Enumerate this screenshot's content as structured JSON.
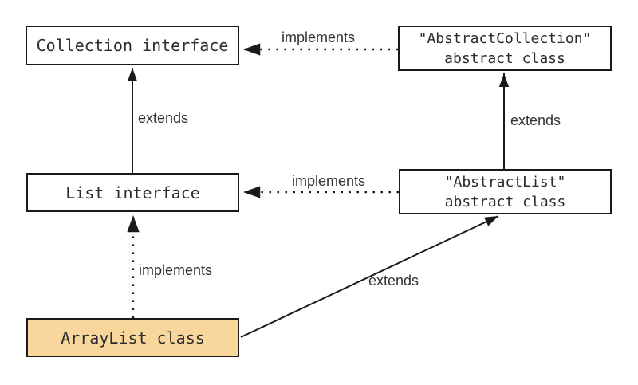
{
  "diagram": {
    "type": "uml-class-hierarchy",
    "background": "#ffffff",
    "nodes": {
      "collection": {
        "id": "collection-interface",
        "line1": "Collection interface",
        "kind": "interface",
        "fill": "#ffffff"
      },
      "abstractcollection": {
        "id": "abstractcollection-abstract-class",
        "line1": "\"AbstractCollection\"",
        "line2": "abstract class",
        "kind": "abstract class",
        "fill": "#ffffff"
      },
      "list": {
        "id": "list-interface",
        "line1": "List interface",
        "kind": "interface",
        "fill": "#ffffff"
      },
      "abstractlist": {
        "id": "abstractlist-abstract-class",
        "line1": "\"AbstractList\"",
        "line2": "abstract class",
        "kind": "abstract class",
        "fill": "#ffffff"
      },
      "arraylist": {
        "id": "arraylist-class",
        "line1": "ArrayList class",
        "kind": "class",
        "fill": "#F9D69B"
      }
    },
    "edges": {
      "impl_top": {
        "label": "implements",
        "style": "dotted",
        "from": "abstractcollection-abstract-class",
        "to": "collection-interface"
      },
      "ext_left": {
        "label": "extends",
        "style": "solid",
        "from": "list-interface",
        "to": "collection-interface"
      },
      "ext_right": {
        "label": "extends",
        "style": "solid",
        "from": "abstractlist-abstract-class",
        "to": "abstractcollection-abstract-class"
      },
      "impl_mid": {
        "label": "implements",
        "style": "dotted",
        "from": "abstractlist-abstract-class",
        "to": "list-interface"
      },
      "impl_bottom": {
        "label": "implements",
        "style": "dotted",
        "from": "arraylist-class",
        "to": "list-interface"
      },
      "ext_diag": {
        "label": "extends",
        "style": "solid",
        "from": "arraylist-class",
        "to": "abstractlist-abstract-class"
      }
    },
    "colors": {
      "line": "#1a1a1a",
      "box_border": "#1a1a1a",
      "box_text": "#2b2b2b",
      "label_text": "#333333",
      "arraylist_fill": "#F9D69B"
    }
  }
}
